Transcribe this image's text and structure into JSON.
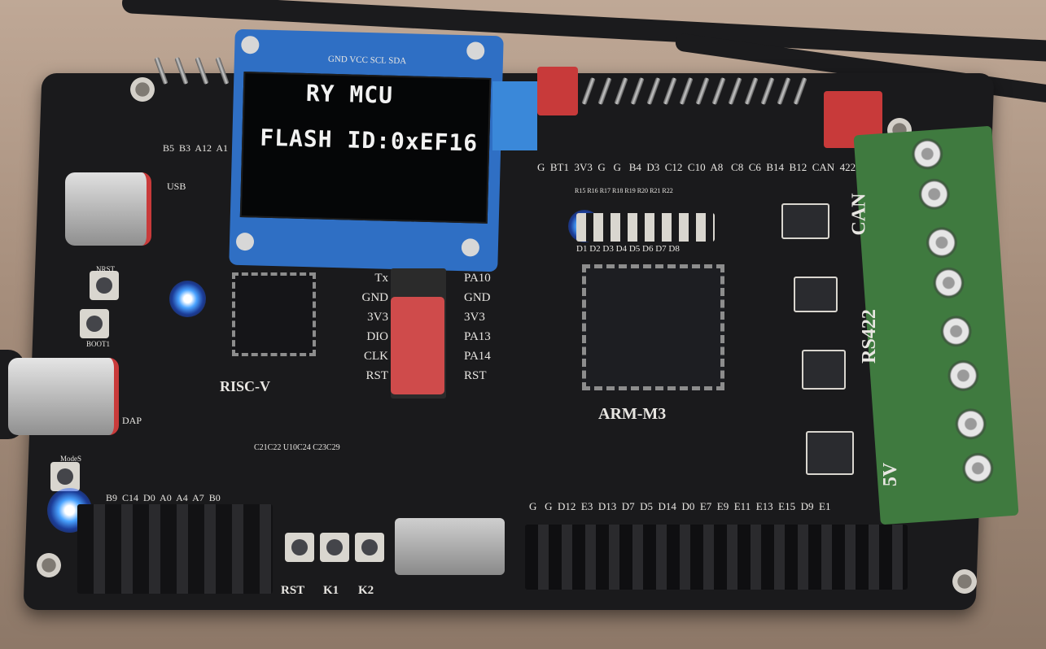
{
  "oled": {
    "line1": "RY MCU",
    "line2": "FLASH ID:0xEF16",
    "header_pins": "GND VCC SCL SDA"
  },
  "board": {
    "left_mcu_label": "RISC-V",
    "right_mcu_label": "ARM-M3",
    "usb_label": "USB",
    "dap_label": "DAP",
    "nrst_label": "NRST",
    "boot_label": "BOOT1",
    "mode_label": "ModeS",
    "terminal_labels": [
      "CAN",
      "RS422",
      "5V"
    ],
    "jtag_labels_left": [
      "Tx",
      "GND",
      "3V3",
      "DIO",
      "CLK",
      "RST"
    ],
    "jtag_labels_right": [
      "PA10",
      "GND",
      "3V3",
      "PA13",
      "PA14",
      "RST"
    ],
    "buttons": [
      "RST",
      "K1",
      "K2"
    ],
    "top_header_labels": [
      "G",
      "BT1",
      "3V3",
      "G",
      "G",
      "B4",
      "D3",
      "C12",
      "C10",
      "A8",
      "C8",
      "C6",
      "B14",
      "B12",
      "CAN",
      "422"
    ],
    "bottom_header_labels": [
      "G",
      "G",
      "D12",
      "E3",
      "D13",
      "D7",
      "D5",
      "D14",
      "D0",
      "E7",
      "E9",
      "E11",
      "E13",
      "E15",
      "D9",
      "E1"
    ],
    "top_left_header_labels": [
      "B5",
      "B3",
      "A12",
      "A1"
    ],
    "bottom_left_header_labels": [
      "B9",
      "C14",
      "D0",
      "A0",
      "A4",
      "A7",
      "B0"
    ],
    "led_labels": [
      "D1",
      "D2",
      "D3",
      "D4",
      "D5",
      "D6",
      "D7",
      "D8"
    ],
    "resistor_labels": [
      "R15",
      "R16",
      "R17",
      "R18",
      "R19",
      "R20",
      "R21",
      "R22"
    ],
    "left_cap_labels": "C21C22  U10C24 C23C29"
  }
}
